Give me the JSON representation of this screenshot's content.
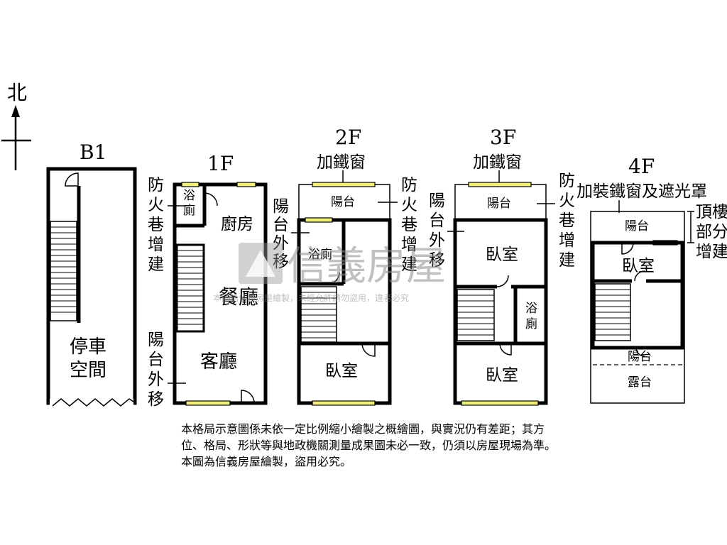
{
  "compass": {
    "label": "北"
  },
  "floors": [
    {
      "id": "B1",
      "title": "B1",
      "rooms": [
        "停車",
        "空間"
      ],
      "side_labels": []
    },
    {
      "id": "1F",
      "title": "1F",
      "rooms": [
        "浴",
        "廁",
        "廚房",
        "餐廳",
        "客廳"
      ],
      "side_labels": [
        [
          "防",
          "火",
          "巷",
          "增",
          "建"
        ],
        [
          "陽",
          "台",
          "外",
          "移"
        ]
      ]
    },
    {
      "id": "2F",
      "title": "2F",
      "top_label": "加鐵窗",
      "rooms": [
        "陽台",
        "浴廁",
        "臥室"
      ],
      "side_labels": [
        [
          "陽",
          "台",
          "外",
          "移"
        ],
        [
          "防",
          "火",
          "巷",
          "增",
          "建"
        ]
      ]
    },
    {
      "id": "3F",
      "title": "3F",
      "top_label": "加鐵窗",
      "rooms": [
        "陽台",
        "臥室",
        "浴",
        "廁",
        "臥室"
      ],
      "side_labels": [
        [
          "陽",
          "台",
          "外",
          "移"
        ],
        [
          "防",
          "火",
          "巷",
          "增",
          "建"
        ]
      ]
    },
    {
      "id": "4F",
      "title": "4F",
      "top_label": "加裝鐵窗及遮光罩",
      "rooms": [
        "陽台",
        "臥室",
        "陽台",
        "露台"
      ],
      "side_labels": [
        [
          "頂樓"
        ],
        [
          "部分"
        ],
        [
          "增建"
        ]
      ]
    }
  ],
  "watermark": {
    "brand": "信義房屋",
    "notice": "本圖為信義房屋繪製，未經允許請勿盜用，違者必究"
  },
  "disclaimer": [
    "本格局示意圖係未依一定比例縮小繪製之概繪圖，與實況仍有差距；其方",
    "位、格局、形狀等與地政機關測量成果圖未必一致，仍須以房屋現場為準。",
    "本圖為信義房屋繪製，盜用必究。"
  ]
}
